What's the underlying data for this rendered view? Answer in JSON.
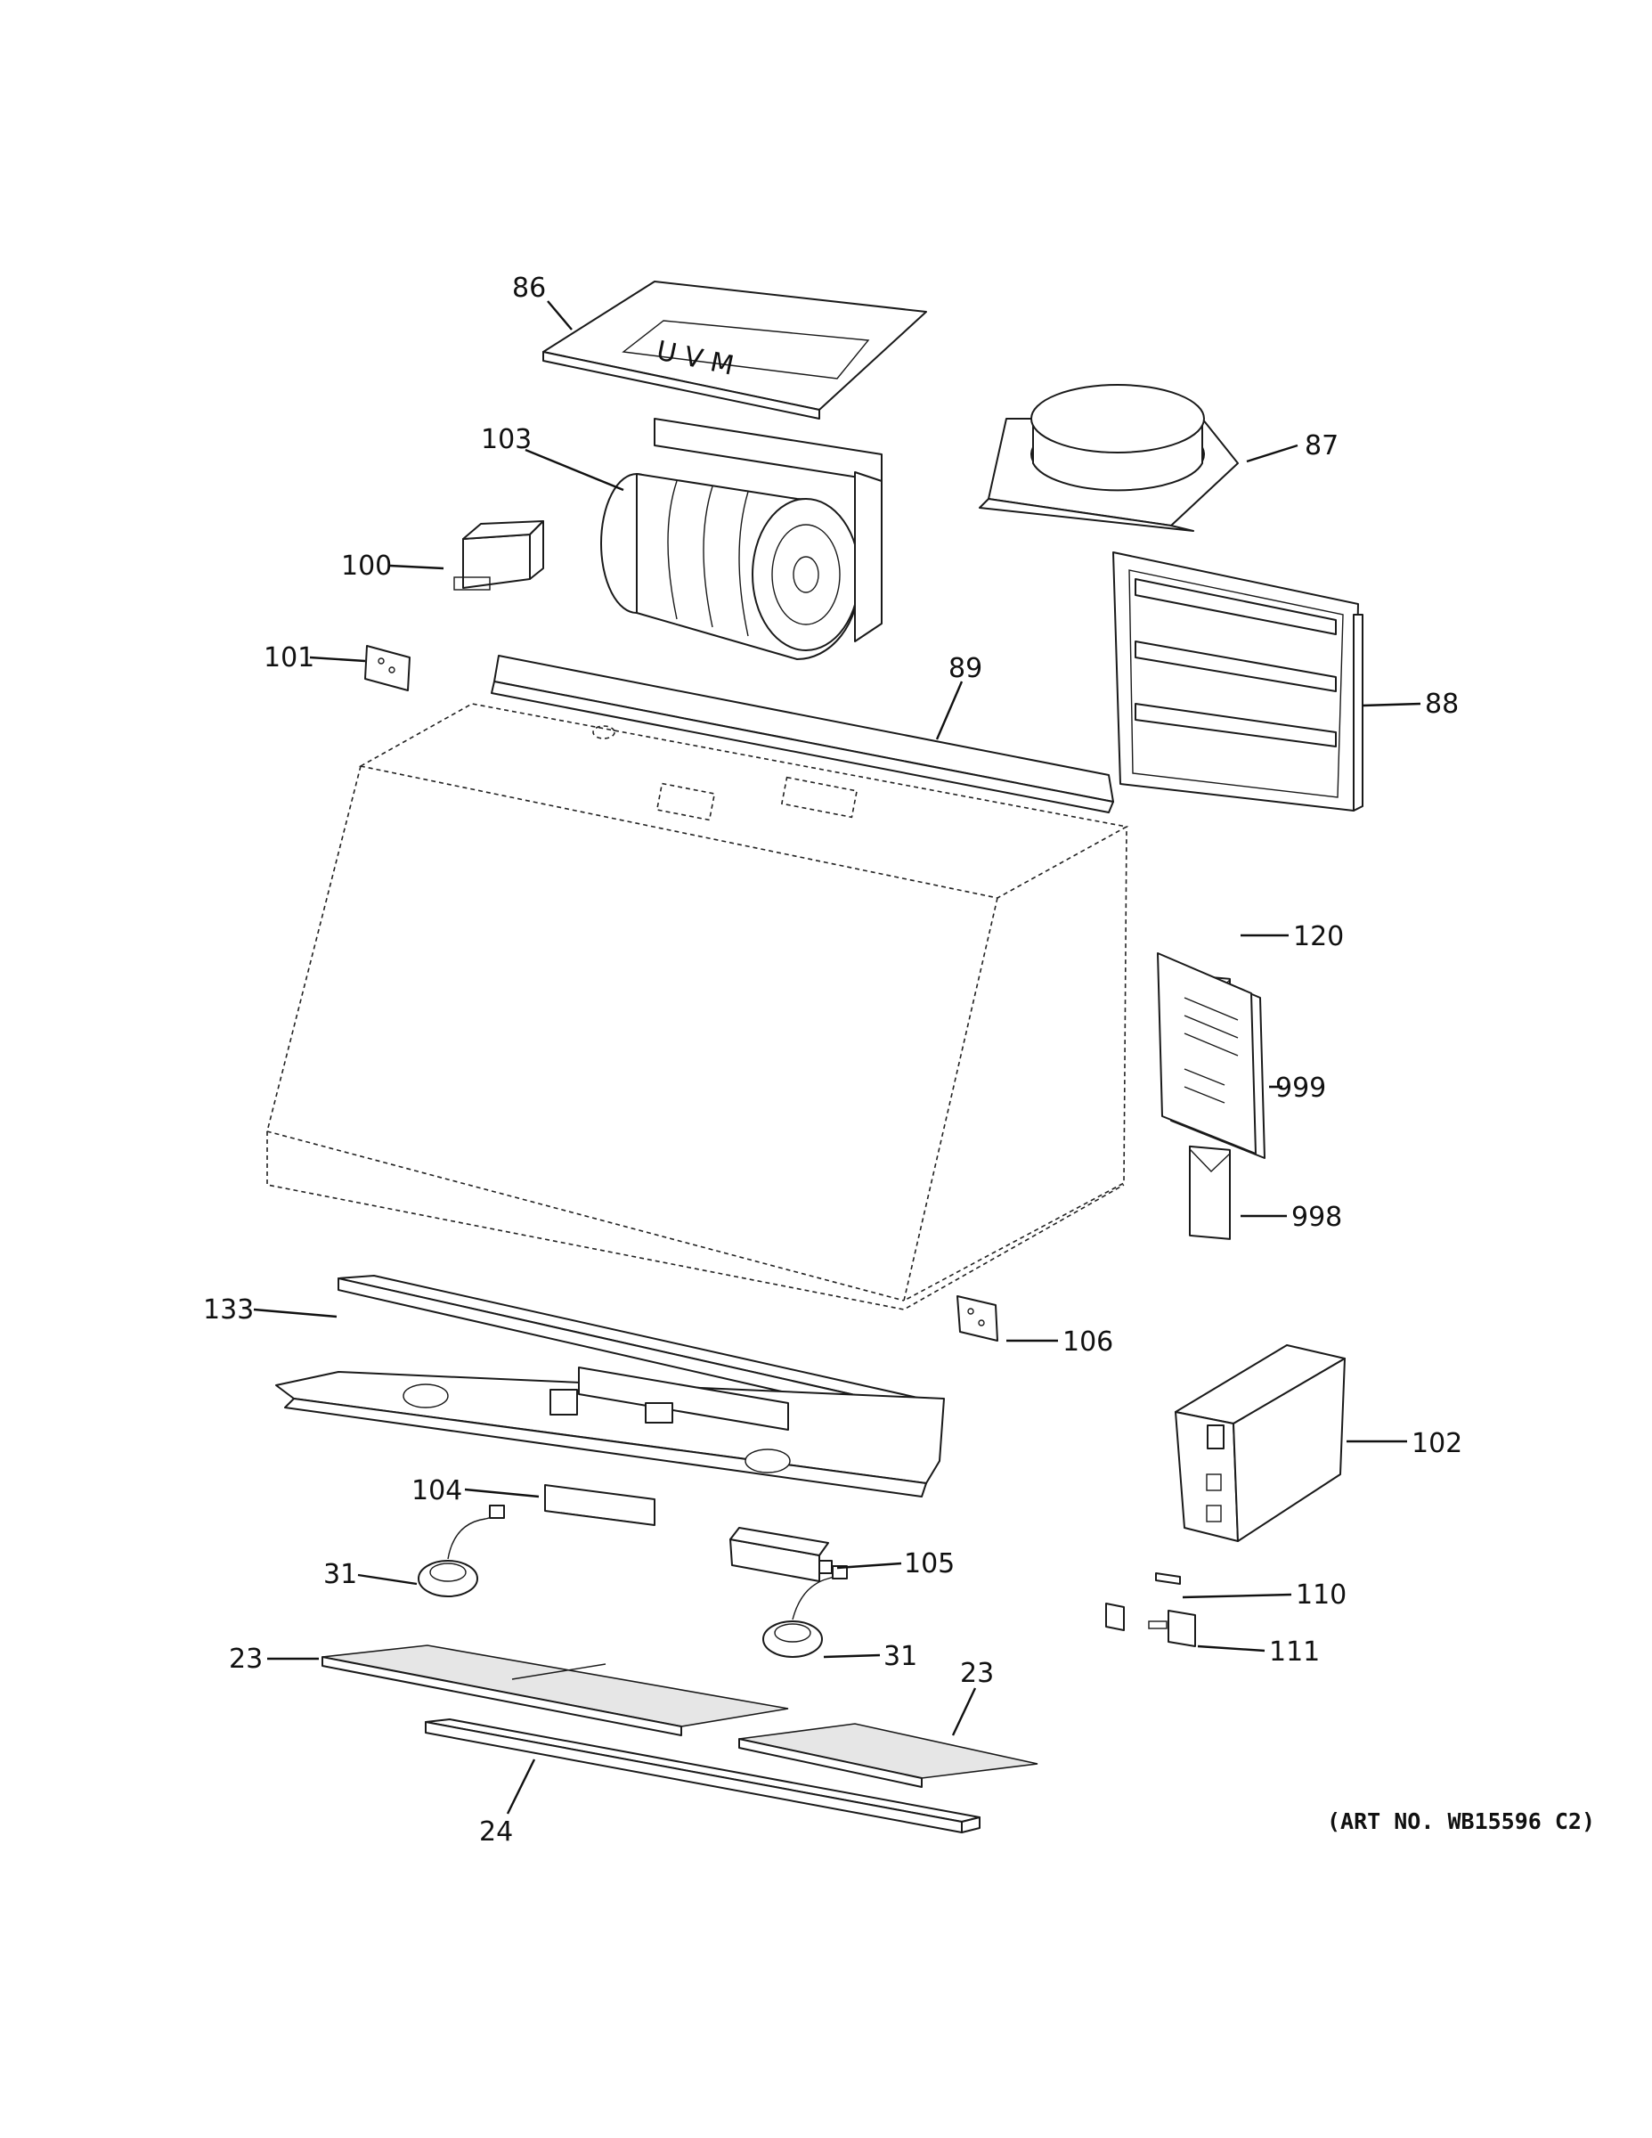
{
  "callouts": [
    {
      "id": "c86",
      "text": "86"
    },
    {
      "id": "c87",
      "text": "87"
    },
    {
      "id": "c103",
      "text": "103"
    },
    {
      "id": "c100",
      "text": "100"
    },
    {
      "id": "c101",
      "text": "101"
    },
    {
      "id": "c89",
      "text": "89"
    },
    {
      "id": "c88",
      "text": "88"
    },
    {
      "id": "c120",
      "text": "120"
    },
    {
      "id": "c999",
      "text": "999"
    },
    {
      "id": "c998",
      "text": "998"
    },
    {
      "id": "c133",
      "text": "133"
    },
    {
      "id": "c106",
      "text": "106"
    },
    {
      "id": "c102",
      "text": "102"
    },
    {
      "id": "c104",
      "text": "104"
    },
    {
      "id": "c105",
      "text": "105"
    },
    {
      "id": "c31a",
      "text": "31"
    },
    {
      "id": "c31b",
      "text": "31"
    },
    {
      "id": "c110",
      "text": "110"
    },
    {
      "id": "c111",
      "text": "111"
    },
    {
      "id": "c23a",
      "text": "23"
    },
    {
      "id": "c23b",
      "text": "23"
    },
    {
      "id": "c24",
      "text": "24"
    }
  ],
  "art_number": "(ART NO. WB15596 C2)",
  "panel_markings": "U V M"
}
